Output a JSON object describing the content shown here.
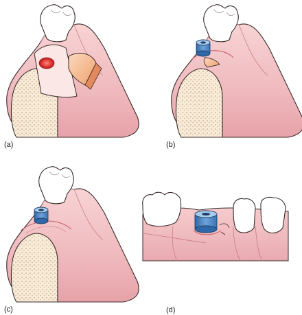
{
  "panels": [
    {
      "id": "a",
      "label": "(a)"
    },
    {
      "id": "b",
      "label": "(b)"
    },
    {
      "id": "c",
      "label": "(c)"
    },
    {
      "id": "d",
      "label": "(d)"
    }
  ],
  "colors": {
    "gum": "#f2c4c6",
    "gum_shadow": "#d98e96",
    "gum_deep": "#c25a66",
    "tooth": "#ffffff",
    "outline": "#3a2a2a",
    "bone": "#f7e9d4",
    "bone_dots": "#c8a98a",
    "flap": "#f6b98c",
    "flap_edge": "#e08a5a",
    "wound": "#d9242b",
    "implant_blue": "#4a86c5",
    "implant_light": "#a9cbeb"
  }
}
